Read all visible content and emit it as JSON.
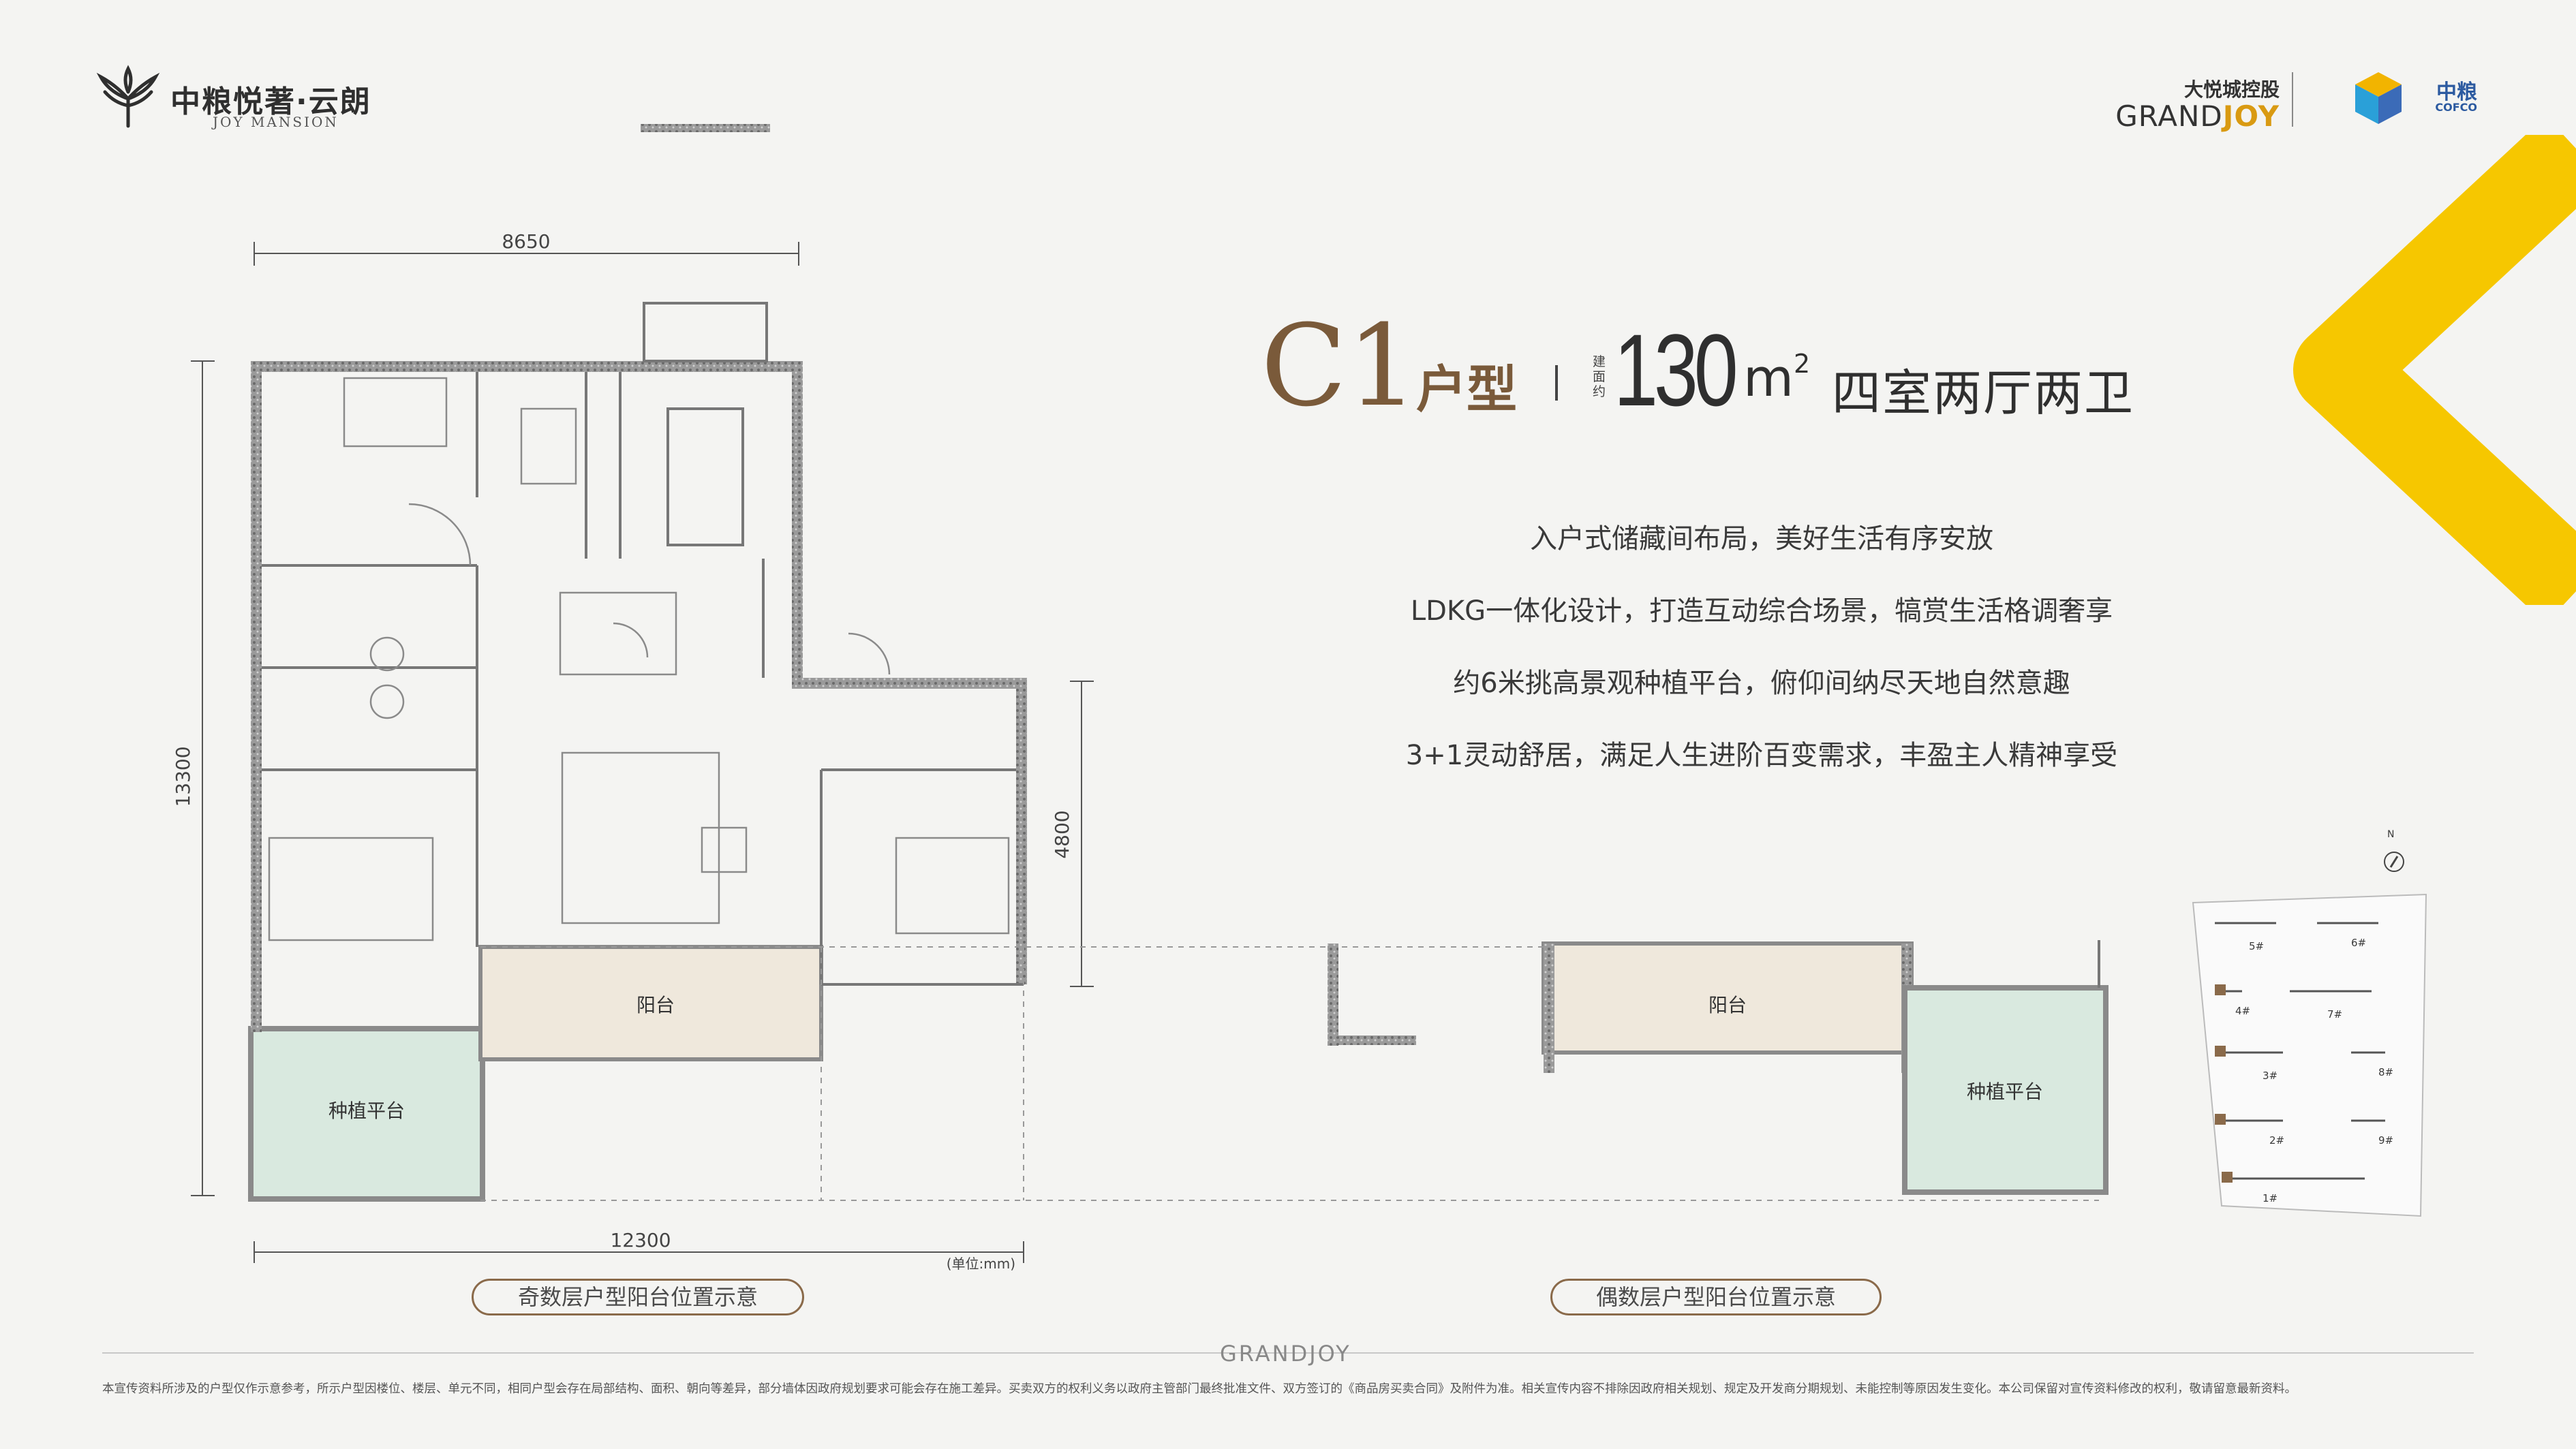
{
  "brand": {
    "name_cn": "中粮悦著·云朗",
    "name_en": "JOY MANSION"
  },
  "partner": {
    "developer_cn": "大悦城控股",
    "developer_en_a": "GRAND",
    "developer_en_b": "JOY",
    "cofco_cn": "中粮",
    "cofco_en": "COFCO"
  },
  "unit": {
    "type_code": "C1",
    "type_suffix": "户型",
    "area_note": "建面约",
    "area_value": "130",
    "area_unit": "m",
    "area_sup": "2",
    "layout": "四室两厅两卫"
  },
  "features": [
    "入户式储藏间布局，美好生活有序安放",
    "LDKG一体化设计，打造互动综合场景，犒赏生活格调奢享",
    "约6米挑高景观种植平台，俯仰间纳尽天地自然意趣",
    "3+1灵动舒居，满足人生进阶百变需求，丰盈主人精神享受"
  ],
  "plan": {
    "dim_top": "8650",
    "dim_bottom": "12300",
    "dim_left": "13300",
    "dim_right": "4800",
    "unit_note": "(单位:mm)",
    "balcony_label": "阳台",
    "planting_label": "种植平台"
  },
  "captions": {
    "odd": "奇数层户型阳台位置示意",
    "even": "偶数层户型阳台位置示意"
  },
  "site_map": {
    "north": "N",
    "buildings": [
      "5#",
      "6#",
      "4#",
      "7#",
      "3#",
      "8#",
      "2#",
      "9#",
      "1#"
    ]
  },
  "footer": {
    "logo": "GRANDJOY",
    "disclaimer": "本宣传资料所涉及的户型仅作示意参考，所示户型因楼位、楼层、单元不同，相同户型会存在局部结构、面积、朝向等差异，部分墙体因政府规划要求可能会存在施工差异。买卖双方的权利义务以政府主管部门最终批准文件、双方签订的《商品房买卖合同》及附件为准。相关宣传内容不排除因政府相关规划、规定及开发商分期规划、未能控制等原因发生变化。本公司保留对宣传资料修改的权利，敬请留意最新资料。"
  },
  "colors": {
    "accent_brown": "#7a5a3a",
    "accent_yellow": "#f6c700",
    "planting_green": "#d9e9df",
    "balcony_beige": "#efe8dc"
  }
}
